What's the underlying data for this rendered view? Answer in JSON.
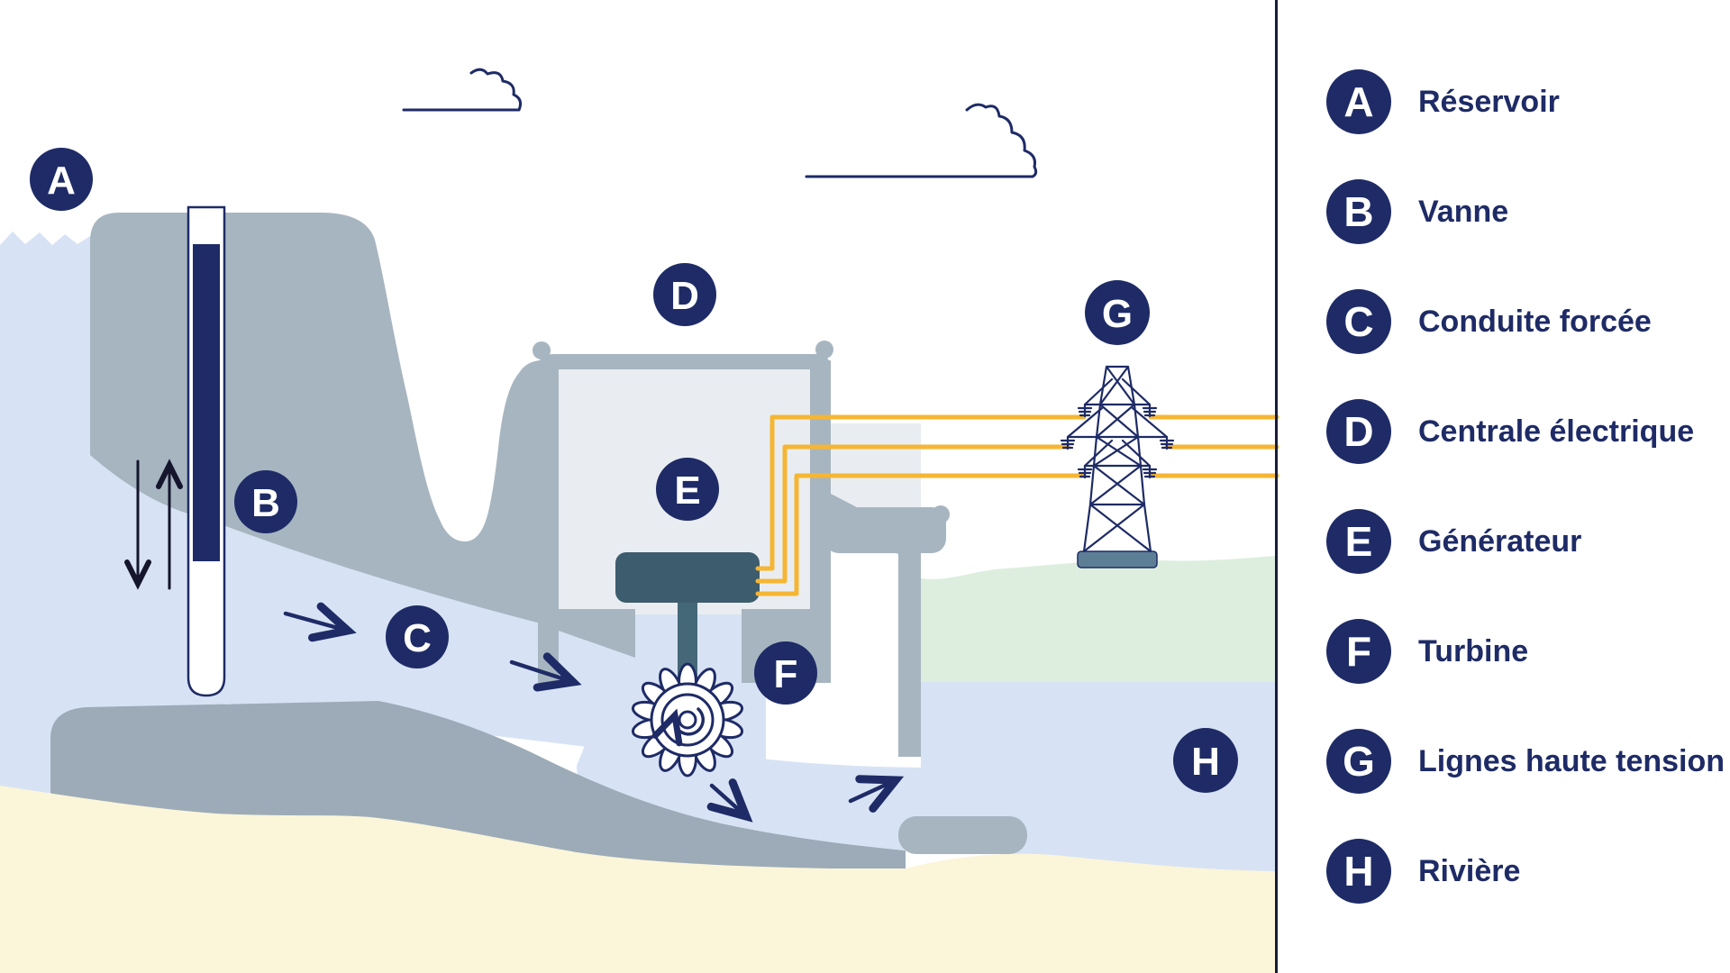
{
  "legend": {
    "items": [
      {
        "letter": "A",
        "label": "Réservoir"
      },
      {
        "letter": "B",
        "label": "Vanne"
      },
      {
        "letter": "C",
        "label": "Conduite forcée"
      },
      {
        "letter": "D",
        "label": "Centrale électrique"
      },
      {
        "letter": "E",
        "label": "Générateur"
      },
      {
        "letter": "F",
        "label": "Turbine"
      },
      {
        "letter": "G",
        "label": "Lignes haute tension"
      },
      {
        "letter": "H",
        "label": "Rivière"
      }
    ]
  },
  "colors": {
    "navy": "#1e2b66",
    "water": "#d7e3f4",
    "structure": "#a7b5c0",
    "ground": "#9cabb7",
    "interior": "#e9edf1",
    "generator": "#3d5c6e",
    "shaft": "#456879",
    "wire_yellow": "#f6b633",
    "grass": "#ddeede",
    "sand": "#fbf5da",
    "pedestal": "#5d7f95",
    "divider": "#181c38",
    "arrow_black": "#15152e"
  }
}
